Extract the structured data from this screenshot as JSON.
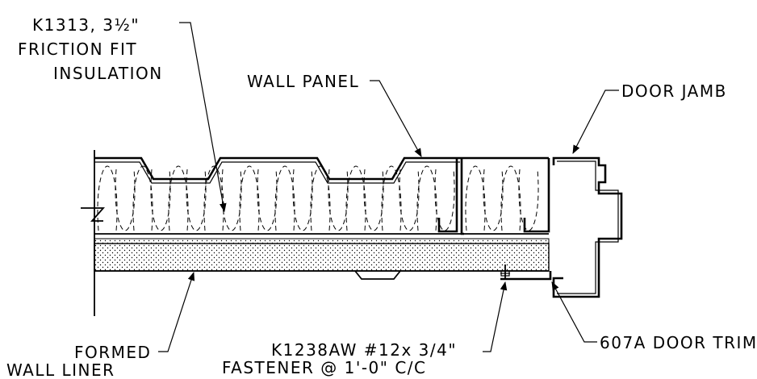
{
  "labels": {
    "insulation_line1": "K1313, 3½\"",
    "insulation_line2": "FRICTION FIT",
    "insulation_line3": "INSULATION",
    "wall_panel": "WALL PANEL",
    "door_jamb": "DOOR JAMB",
    "liner_line1": "FORMED",
    "liner_line2": "WALL LINER",
    "fastener_line1": "K1238AW #12x 3/4\"",
    "fastener_line2": "FASTENER @ 1'-0\" C/C",
    "door_trim": "607A DOOR TRIM"
  },
  "colors": {
    "line": "#000000",
    "background": "#ffffff"
  }
}
